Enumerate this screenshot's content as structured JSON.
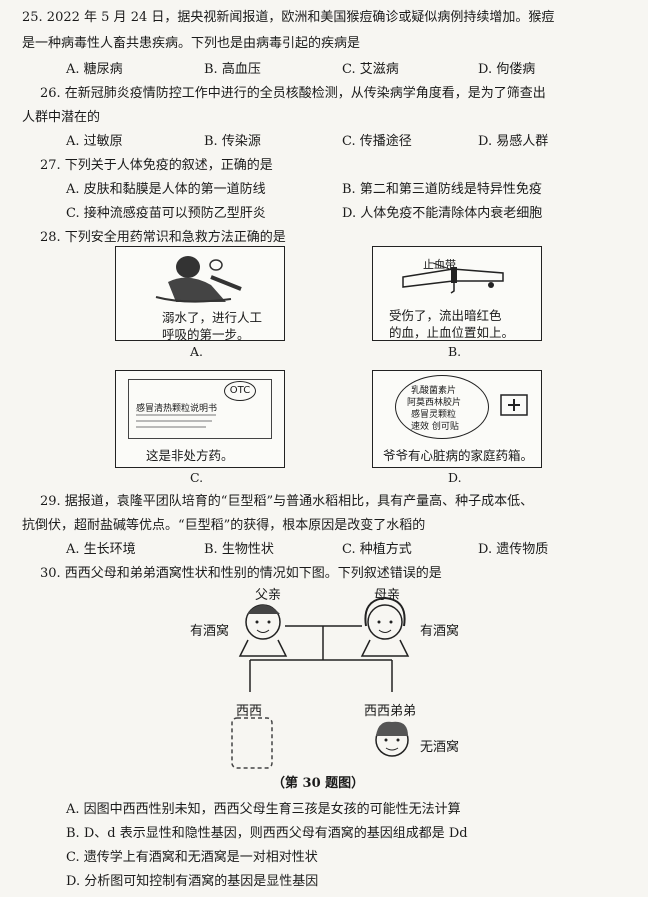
{
  "q25": {
    "line1": "25. 2022 年 5 月 24 日，据央视新闻报道，欧洲和美国猴痘确诊或疑似病例持续增加。猴痘",
    "line2": "是一种病毒性人畜共患疾病。下列也是由病毒引起的疾病是",
    "options": [
      "A. 糖尿病",
      "B. 高血压",
      "C. 艾滋病",
      "D. 佝偻病"
    ]
  },
  "q26": {
    "line1": "26. 在新冠肺炎疫情防控工作中进行的全员核酸检测，从传染病学角度看，是为了筛查出",
    "line2": "人群中潜在的",
    "options": [
      "A. 过敏原",
      "B. 传染源",
      "C. 传播途径",
      "D. 易感人群"
    ]
  },
  "q27": {
    "line1": "27. 下列关于人体免疫的叙述，正确的是",
    "options": [
      "A. 皮肤和黏膜是人体的第一道防线",
      "B. 第二和第三道防线是特异性免疫",
      "C. 接种流感疫苗可以预防乙型肝炎",
      "D. 人体免疫不能清除体内衰老细胞"
    ]
  },
  "q28": {
    "line1": "28. 下列安全用药常识和急救方法正确的是",
    "boxA": {
      "text1": "溺水了，进行人工",
      "text2": "呼吸的第一步。",
      "label": "A."
    },
    "boxB": {
      "tag": "止血带",
      "text1": "受伤了，流出暗红色",
      "text2": "的血，止血位置如上。",
      "label": "B."
    },
    "boxC": {
      "otc": "OTC",
      "small1": "感冒清热颗粒说明书",
      "text1": "这是非处方药。",
      "label": "C."
    },
    "boxD": {
      "bubble": [
        "乳酸菌素片",
        "阿莫西林胶片",
        "感冒灵颗粒",
        "速效 创可贴"
      ],
      "text1": "爷爷有心脏病的家庭药箱。",
      "label": "D."
    }
  },
  "q29": {
    "line1": "29. 据报道，袁隆平团队培育的“巨型稻”与普通水稻相比，具有产量高、种子成本低、",
    "line2": "抗倒伏，超耐盐碱等优点。“巨型稻”的获得，根本原因是改变了水稻的",
    "options": [
      "A. 生长环境",
      "B. 生物性状",
      "C. 种植方式",
      "D. 遗传物质"
    ]
  },
  "q30": {
    "line1": "30. 西西父母和弟弟酒窝性状和性别的情况如下图。下列叙述错误的是",
    "father": "父亲",
    "mother": "母亲",
    "father_trait": "有酒窝",
    "mother_trait": "有酒窝",
    "xixi": "西西",
    "brother": "西西弟弟",
    "brother_trait": "无酒窝",
    "caption": "（第 30 题图）",
    "options": [
      "A. 因图中西西性别未知，西西父母生育三孩是女孩的可能性无法计算",
      "B. D、d 表示显性和隐性基因，则西西父母有酒窝的基因组成都是 Dd",
      "C. 遗传学上有酒窝和无酒窝是一对相对性状",
      "D. 分析图可知控制有酒窝的基因是显性基因"
    ]
  }
}
